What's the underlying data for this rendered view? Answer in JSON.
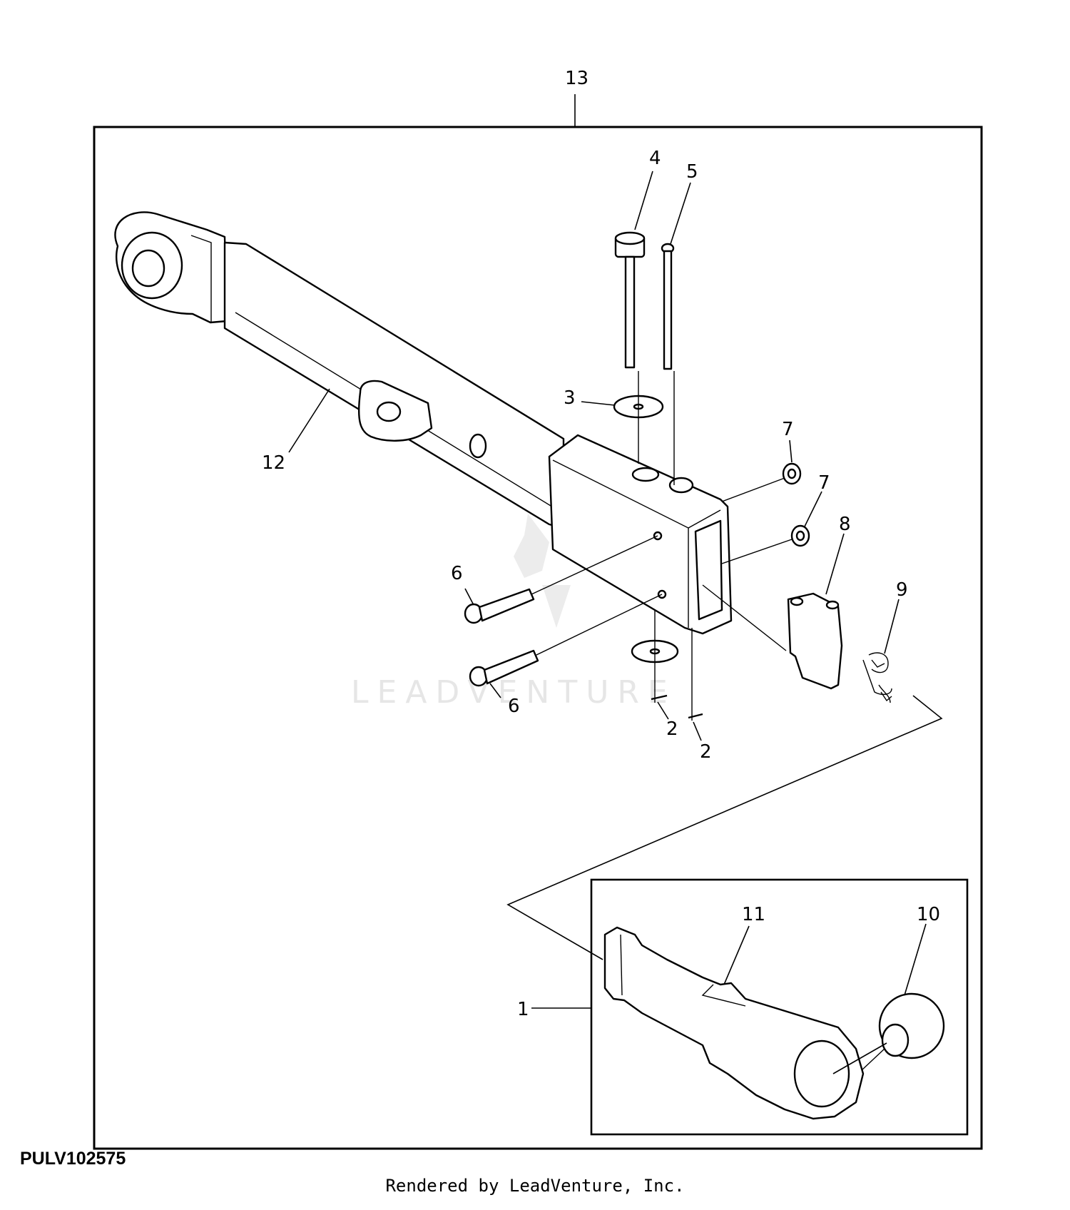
{
  "figure_id": "PULV102575",
  "footer": "Rendered by LeadVenture, Inc.",
  "watermark": "LEADVENTURE",
  "callouts": {
    "c1": "1",
    "c2a": "2",
    "c2b": "2",
    "c3": "3",
    "c4": "4",
    "c5": "5",
    "c6a": "6",
    "c6b": "6",
    "c7a": "7",
    "c7b": "7",
    "c8": "8",
    "c9": "9",
    "c10": "10",
    "c11": "11",
    "c12": "12",
    "c13": "13"
  }
}
